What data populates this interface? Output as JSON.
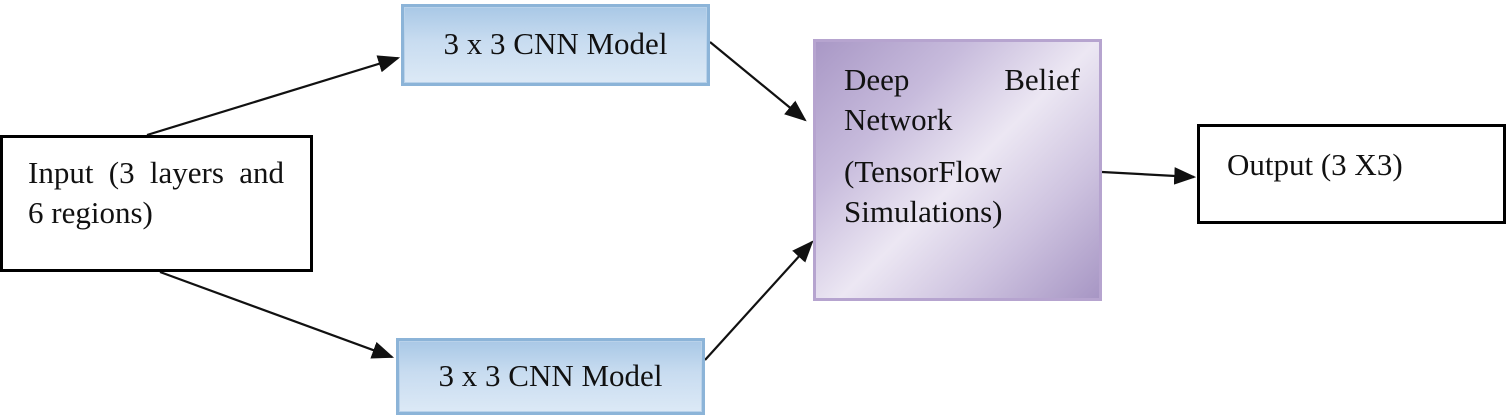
{
  "nodes": {
    "input": {
      "label": "Input (3 layers and 6 regions)"
    },
    "cnn_top": {
      "label": "3 x 3 CNN Model"
    },
    "cnn_bottom": {
      "label": "3 x 3 CNN Model"
    },
    "dbn": {
      "title": "Deep Belief Network",
      "subtitle": "(TensorFlow Simulations)"
    },
    "output": {
      "label": "Output (3 X3)"
    }
  },
  "edges": [
    {
      "from": "input",
      "to": "cnn_top"
    },
    {
      "from": "input",
      "to": "cnn_bottom"
    },
    {
      "from": "cnn_top",
      "to": "dbn"
    },
    {
      "from": "cnn_bottom",
      "to": "dbn"
    },
    {
      "from": "dbn",
      "to": "output"
    }
  ]
}
